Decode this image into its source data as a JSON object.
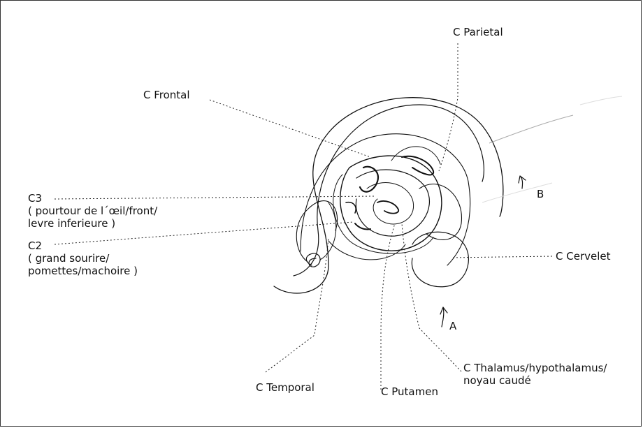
{
  "labels": {
    "parietal": "C Parietal",
    "frontal": "C Frontal",
    "c3": "C3",
    "c3_line1": "( pourtour de l´œil/front/",
    "c3_line2": "levre inferieure )",
    "c2": "C2",
    "c2_line1": "( grand sourire/",
    "c2_line2": "pomettes/machoire )",
    "cervelet": "C Cervelet",
    "thalamus_line1": "C Thalamus/hypothalamus/",
    "thalamus_line2": "noyau caudé",
    "temporal": "C Temporal",
    "putamen": "C Putamen",
    "arrow_a": "A",
    "arrow_b": "B"
  },
  "colors": {
    "ink": "#111111",
    "background": "#ffffff"
  }
}
